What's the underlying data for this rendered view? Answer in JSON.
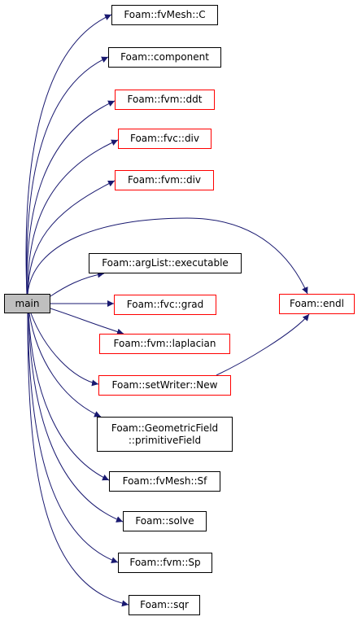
{
  "colors": {
    "edge": "#191970",
    "node_border": "#000000",
    "linked_border": "#ff0000",
    "root_fill": "#bfbfbf"
  },
  "root": {
    "label": "main"
  },
  "nodes": [
    {
      "id": "fvmesh-c",
      "label": "Foam::fvMesh::C",
      "red": false
    },
    {
      "id": "component",
      "label": "Foam::component",
      "red": false
    },
    {
      "id": "fvm-ddt",
      "label": "Foam::fvm::ddt",
      "red": true
    },
    {
      "id": "fvc-div",
      "label": "Foam::fvc::div",
      "red": true
    },
    {
      "id": "fvm-div",
      "label": "Foam::fvm::div",
      "red": true
    },
    {
      "id": "executable",
      "label": "Foam::argList::executable",
      "red": false
    },
    {
      "id": "fvc-grad",
      "label": "Foam::fvc::grad",
      "red": true
    },
    {
      "id": "fvm-laplacian",
      "label": "Foam::fvm::laplacian",
      "red": true
    },
    {
      "id": "setwriter-new",
      "label": "Foam::setWriter::New",
      "red": true
    },
    {
      "id": "primitivefield",
      "label_line1": "Foam::GeometricField",
      "label_line2": "::primitiveField",
      "red": false
    },
    {
      "id": "fvmesh-sf",
      "label": "Foam::fvMesh::Sf",
      "red": false
    },
    {
      "id": "solve",
      "label": "Foam::solve",
      "red": false
    },
    {
      "id": "fvm-sp",
      "label": "Foam::fvm::Sp",
      "red": false
    },
    {
      "id": "sqr",
      "label": "Foam::sqr",
      "red": false
    },
    {
      "id": "endl",
      "label": "Foam::endl",
      "red": true
    }
  ],
  "edges": [
    {
      "from": "main",
      "to": "fvmesh-c"
    },
    {
      "from": "main",
      "to": "component"
    },
    {
      "from": "main",
      "to": "fvm-ddt"
    },
    {
      "from": "main",
      "to": "fvc-div"
    },
    {
      "from": "main",
      "to": "fvm-div"
    },
    {
      "from": "main",
      "to": "endl"
    },
    {
      "from": "main",
      "to": "executable"
    },
    {
      "from": "main",
      "to": "fvc-grad"
    },
    {
      "from": "main",
      "to": "fvm-laplacian"
    },
    {
      "from": "main",
      "to": "setwriter-new"
    },
    {
      "from": "main",
      "to": "primitivefield"
    },
    {
      "from": "main",
      "to": "fvmesh-sf"
    },
    {
      "from": "main",
      "to": "solve"
    },
    {
      "from": "main",
      "to": "fvm-sp"
    },
    {
      "from": "main",
      "to": "sqr"
    },
    {
      "from": "setwriter-new",
      "to": "endl"
    }
  ]
}
